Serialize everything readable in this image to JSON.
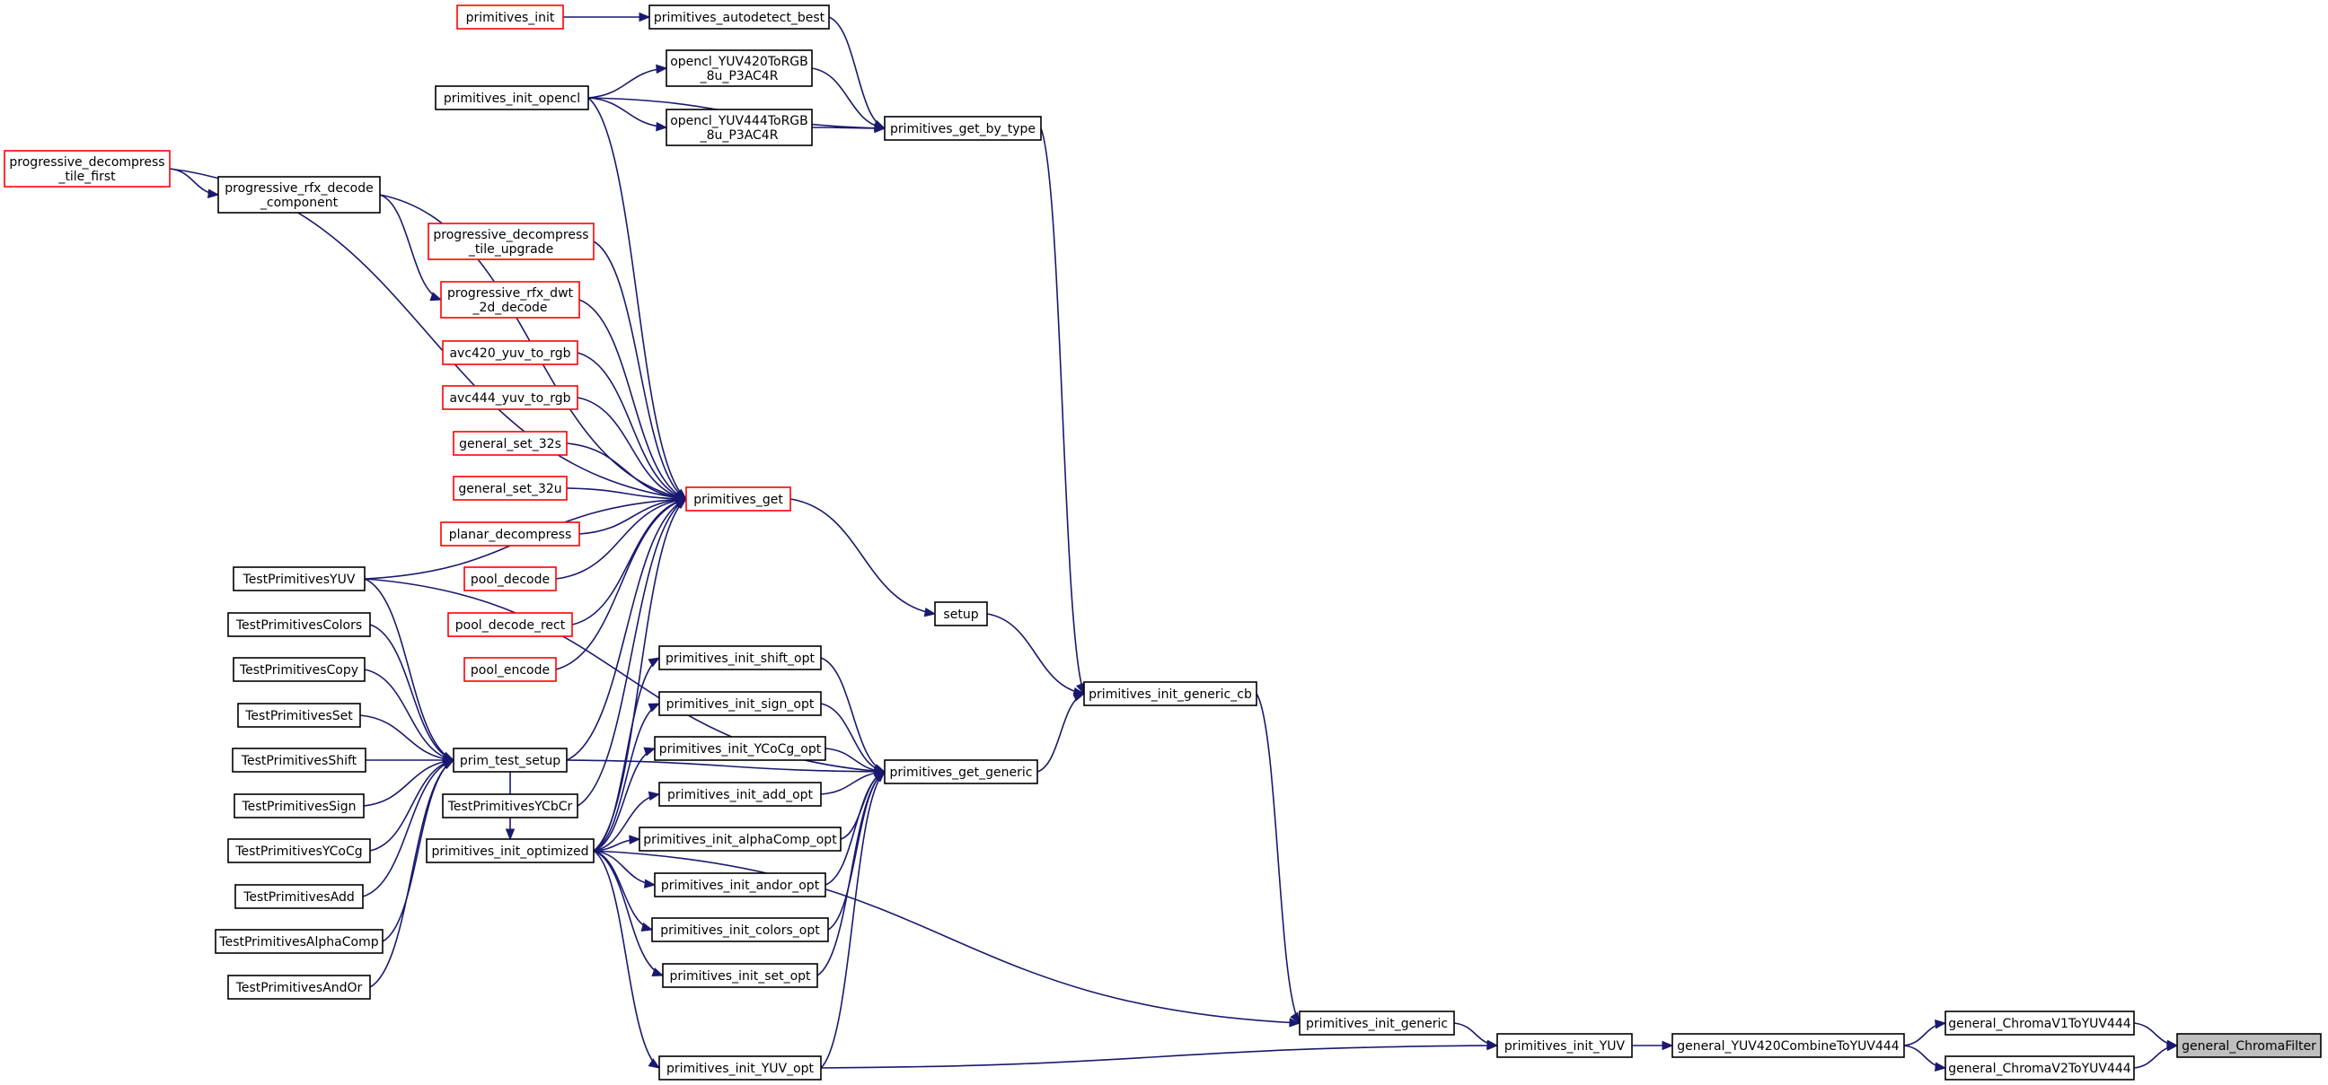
{
  "colors": {
    "edge": "#191970",
    "box_border": "#000000",
    "truncated_border": "#ff0000",
    "highlight_fill": "#bfbfbf",
    "box_fill": "#ffffff"
  },
  "nodes": [
    {
      "id": "general_ChromaFilter",
      "lines": [
        "general_ChromaFilter"
      ],
      "style": "highlight"
    },
    {
      "id": "general_ChromaV1ToYUV444",
      "lines": [
        "general_ChromaV1ToYUV444"
      ],
      "style": "normal"
    },
    {
      "id": "general_ChromaV2ToYUV444",
      "lines": [
        "general_ChromaV2ToYUV444"
      ],
      "style": "normal"
    },
    {
      "id": "general_YUV420CombineToYUV444",
      "lines": [
        "general_YUV420CombineToYUV444"
      ],
      "style": "normal"
    },
    {
      "id": "primitives_init_YUV",
      "lines": [
        "primitives_init_YUV"
      ],
      "style": "normal"
    },
    {
      "id": "primitives_init_generic",
      "lines": [
        "primitives_init_generic"
      ],
      "style": "normal"
    },
    {
      "id": "primitives_init_YUV_opt",
      "lines": [
        "primitives_init_YUV_opt"
      ],
      "style": "normal"
    },
    {
      "id": "primitives_init_generic_cb",
      "lines": [
        "primitives_init_generic_cb"
      ],
      "style": "normal"
    },
    {
      "id": "setup",
      "lines": [
        "setup"
      ],
      "style": "normal"
    },
    {
      "id": "primitives_get_generic",
      "lines": [
        "primitives_get_generic"
      ],
      "style": "normal"
    },
    {
      "id": "primitives_get_by_type",
      "lines": [
        "primitives_get_by_type"
      ],
      "style": "normal"
    },
    {
      "id": "primitives_autodetect_best",
      "lines": [
        "primitives_autodetect_best"
      ],
      "style": "normal"
    },
    {
      "id": "primitives_init",
      "lines": [
        "primitives_init"
      ],
      "style": "truncated"
    },
    {
      "id": "opencl_YUV420ToRGB",
      "lines": [
        "opencl_YUV420ToRGB",
        "_8u_P3AC4R"
      ],
      "style": "normal"
    },
    {
      "id": "opencl_YUV444ToRGB",
      "lines": [
        "opencl_YUV444ToRGB",
        "_8u_P3AC4R"
      ],
      "style": "normal"
    },
    {
      "id": "primitives_init_opencl",
      "lines": [
        "primitives_init_opencl"
      ],
      "style": "normal"
    },
    {
      "id": "primitives_get",
      "lines": [
        "primitives_get"
      ],
      "style": "truncated"
    },
    {
      "id": "progressive_decompress_tile_first",
      "lines": [
        "progressive_decompress",
        "_tile_first"
      ],
      "style": "truncated"
    },
    {
      "id": "progressive_rfx_decode_component",
      "lines": [
        "progressive_rfx_decode",
        "_component"
      ],
      "style": "normal"
    },
    {
      "id": "progressive_decompress_tile_upgrade",
      "lines": [
        "progressive_decompress",
        "_tile_upgrade"
      ],
      "style": "truncated"
    },
    {
      "id": "progressive_rfx_dwt_2d_decode",
      "lines": [
        "progressive_rfx_dwt",
        "_2d_decode"
      ],
      "style": "truncated"
    },
    {
      "id": "avc420_yuv_to_rgb",
      "lines": [
        "avc420_yuv_to_rgb"
      ],
      "style": "truncated"
    },
    {
      "id": "avc444_yuv_to_rgb",
      "lines": [
        "avc444_yuv_to_rgb"
      ],
      "style": "truncated"
    },
    {
      "id": "general_set_32s",
      "lines": [
        "general_set_32s"
      ],
      "style": "truncated"
    },
    {
      "id": "general_set_32u",
      "lines": [
        "general_set_32u"
      ],
      "style": "truncated"
    },
    {
      "id": "planar_decompress",
      "lines": [
        "planar_decompress"
      ],
      "style": "truncated"
    },
    {
      "id": "pool_decode",
      "lines": [
        "pool_decode"
      ],
      "style": "truncated"
    },
    {
      "id": "pool_decode_rect",
      "lines": [
        "pool_decode_rect"
      ],
      "style": "truncated"
    },
    {
      "id": "pool_encode",
      "lines": [
        "pool_encode"
      ],
      "style": "truncated"
    },
    {
      "id": "prim_test_setup",
      "lines": [
        "prim_test_setup"
      ],
      "style": "normal"
    },
    {
      "id": "TestPrimitivesYCbCr",
      "lines": [
        "TestPrimitivesYCbCr"
      ],
      "style": "normal"
    },
    {
      "id": "primitives_init_optimized",
      "lines": [
        "primitives_init_optimized"
      ],
      "style": "normal"
    },
    {
      "id": "primitives_init_shift_opt",
      "lines": [
        "primitives_init_shift_opt"
      ],
      "style": "normal"
    },
    {
      "id": "primitives_init_sign_opt",
      "lines": [
        "primitives_init_sign_opt"
      ],
      "style": "normal"
    },
    {
      "id": "primitives_init_YCoCg_opt",
      "lines": [
        "primitives_init_YCoCg_opt"
      ],
      "style": "normal"
    },
    {
      "id": "primitives_init_add_opt",
      "lines": [
        "primitives_init_add_opt"
      ],
      "style": "normal"
    },
    {
      "id": "primitives_init_alphaComp_opt",
      "lines": [
        "primitives_init_alphaComp_opt"
      ],
      "style": "normal"
    },
    {
      "id": "primitives_init_andor_opt",
      "lines": [
        "primitives_init_andor_opt"
      ],
      "style": "normal"
    },
    {
      "id": "primitives_init_colors_opt",
      "lines": [
        "primitives_init_colors_opt"
      ],
      "style": "normal"
    },
    {
      "id": "primitives_init_set_opt",
      "lines": [
        "primitives_init_set_opt"
      ],
      "style": "normal"
    },
    {
      "id": "TestPrimitivesYUV",
      "lines": [
        "TestPrimitivesYUV"
      ],
      "style": "normal"
    },
    {
      "id": "TestPrimitivesColors",
      "lines": [
        "TestPrimitivesColors"
      ],
      "style": "normal"
    },
    {
      "id": "TestPrimitivesCopy",
      "lines": [
        "TestPrimitivesCopy"
      ],
      "style": "normal"
    },
    {
      "id": "TestPrimitivesSet",
      "lines": [
        "TestPrimitivesSet"
      ],
      "style": "normal"
    },
    {
      "id": "TestPrimitivesShift",
      "lines": [
        "TestPrimitivesShift"
      ],
      "style": "normal"
    },
    {
      "id": "TestPrimitivesSign",
      "lines": [
        "TestPrimitivesSign"
      ],
      "style": "normal"
    },
    {
      "id": "TestPrimitivesYCoCg",
      "lines": [
        "TestPrimitivesYCoCg"
      ],
      "style": "normal"
    },
    {
      "id": "TestPrimitivesAdd",
      "lines": [
        "TestPrimitivesAdd"
      ],
      "style": "normal"
    },
    {
      "id": "TestPrimitivesAlphaComp",
      "lines": [
        "TestPrimitivesAlphaComp"
      ],
      "style": "normal"
    },
    {
      "id": "TestPrimitivesAndOr",
      "lines": [
        "TestPrimitivesAndOr"
      ],
      "style": "normal"
    }
  ],
  "edges": [
    [
      "general_ChromaV1ToYUV444",
      "general_ChromaFilter"
    ],
    [
      "general_ChromaV2ToYUV444",
      "general_ChromaFilter"
    ],
    [
      "general_YUV420CombineToYUV444",
      "general_ChromaV1ToYUV444"
    ],
    [
      "general_YUV420CombineToYUV444",
      "general_ChromaV2ToYUV444"
    ],
    [
      "primitives_init_YUV",
      "general_YUV420CombineToYUV444"
    ],
    [
      "primitives_init_generic",
      "primitives_init_YUV"
    ],
    [
      "primitives_init_YUV_opt",
      "primitives_init_YUV"
    ],
    [
      "primitives_init_generic_cb",
      "primitives_init_generic"
    ],
    [
      "primitives_init_optimized",
      "primitives_init_generic"
    ],
    [
      "setup",
      "primitives_init_generic_cb"
    ],
    [
      "primitives_get_generic",
      "primitives_init_generic_cb"
    ],
    [
      "primitives_get_by_type",
      "primitives_init_generic_cb"
    ],
    [
      "primitives_autodetect_best",
      "primitives_get_by_type"
    ],
    [
      "primitives_init",
      "primitives_autodetect_best"
    ],
    [
      "opencl_YUV420ToRGB",
      "primitives_get_by_type"
    ],
    [
      "opencl_YUV444ToRGB",
      "primitives_get_by_type"
    ],
    [
      "primitives_init_opencl",
      "primitives_get_by_type"
    ],
    [
      "primitives_init_opencl",
      "opencl_YUV420ToRGB"
    ],
    [
      "primitives_init_opencl",
      "opencl_YUV444ToRGB"
    ],
    [
      "primitives_get",
      "setup"
    ],
    [
      "primitives_init_opencl",
      "primitives_get"
    ],
    [
      "progressive_decompress_tile_first",
      "progressive_rfx_decode_component"
    ],
    [
      "progressive_decompress_tile_first",
      "primitives_get"
    ],
    [
      "progressive_rfx_decode_component",
      "primitives_get"
    ],
    [
      "progressive_rfx_decode_component",
      "progressive_rfx_dwt_2d_decode"
    ],
    [
      "progressive_decompress_tile_upgrade",
      "primitives_get"
    ],
    [
      "progressive_rfx_dwt_2d_decode",
      "primitives_get"
    ],
    [
      "avc420_yuv_to_rgb",
      "primitives_get"
    ],
    [
      "avc444_yuv_to_rgb",
      "primitives_get"
    ],
    [
      "general_set_32s",
      "primitives_get"
    ],
    [
      "general_set_32u",
      "primitives_get"
    ],
    [
      "planar_decompress",
      "primitives_get"
    ],
    [
      "pool_decode",
      "primitives_get"
    ],
    [
      "pool_decode_rect",
      "primitives_get"
    ],
    [
      "pool_encode",
      "primitives_get"
    ],
    [
      "prim_test_setup",
      "primitives_get"
    ],
    [
      "TestPrimitivesYCbCr",
      "primitives_get"
    ],
    [
      "TestPrimitivesYUV",
      "primitives_get"
    ],
    [
      "primitives_init_optimized",
      "primitives_get"
    ],
    [
      "TestPrimitivesYUV",
      "primitives_get_generic"
    ],
    [
      "prim_test_setup",
      "primitives_get_generic"
    ],
    [
      "primitives_init_shift_opt",
      "primitives_get_generic"
    ],
    [
      "primitives_init_sign_opt",
      "primitives_get_generic"
    ],
    [
      "primitives_init_YCoCg_opt",
      "primitives_get_generic"
    ],
    [
      "primitives_init_add_opt",
      "primitives_get_generic"
    ],
    [
      "primitives_init_alphaComp_opt",
      "primitives_get_generic"
    ],
    [
      "primitives_init_andor_opt",
      "primitives_get_generic"
    ],
    [
      "primitives_init_colors_opt",
      "primitives_get_generic"
    ],
    [
      "primitives_init_set_opt",
      "primitives_get_generic"
    ],
    [
      "primitives_init_YUV_opt",
      "primitives_get_generic"
    ],
    [
      "primitives_init_optimized",
      "primitives_init_shift_opt"
    ],
    [
      "primitives_init_optimized",
      "primitives_init_sign_opt"
    ],
    [
      "primitives_init_optimized",
      "primitives_init_YCoCg_opt"
    ],
    [
      "primitives_init_optimized",
      "primitives_init_add_opt"
    ],
    [
      "primitives_init_optimized",
      "primitives_init_alphaComp_opt"
    ],
    [
      "primitives_init_optimized",
      "primitives_init_andor_opt"
    ],
    [
      "primitives_init_optimized",
      "primitives_init_colors_opt"
    ],
    [
      "primitives_init_optimized",
      "primitives_init_set_opt"
    ],
    [
      "primitives_init_optimized",
      "primitives_init_YUV_opt"
    ],
    [
      "prim_test_setup",
      "primitives_init_optimized"
    ],
    [
      "TestPrimitivesYUV",
      "prim_test_setup"
    ],
    [
      "TestPrimitivesColors",
      "prim_test_setup"
    ],
    [
      "TestPrimitivesCopy",
      "prim_test_setup"
    ],
    [
      "TestPrimitivesSet",
      "prim_test_setup"
    ],
    [
      "TestPrimitivesShift",
      "prim_test_setup"
    ],
    [
      "TestPrimitivesSign",
      "prim_test_setup"
    ],
    [
      "TestPrimitivesYCoCg",
      "prim_test_setup"
    ],
    [
      "TestPrimitivesAdd",
      "prim_test_setup"
    ],
    [
      "TestPrimitivesAlphaComp",
      "prim_test_setup"
    ],
    [
      "TestPrimitivesAndOr",
      "prim_test_setup"
    ]
  ]
}
